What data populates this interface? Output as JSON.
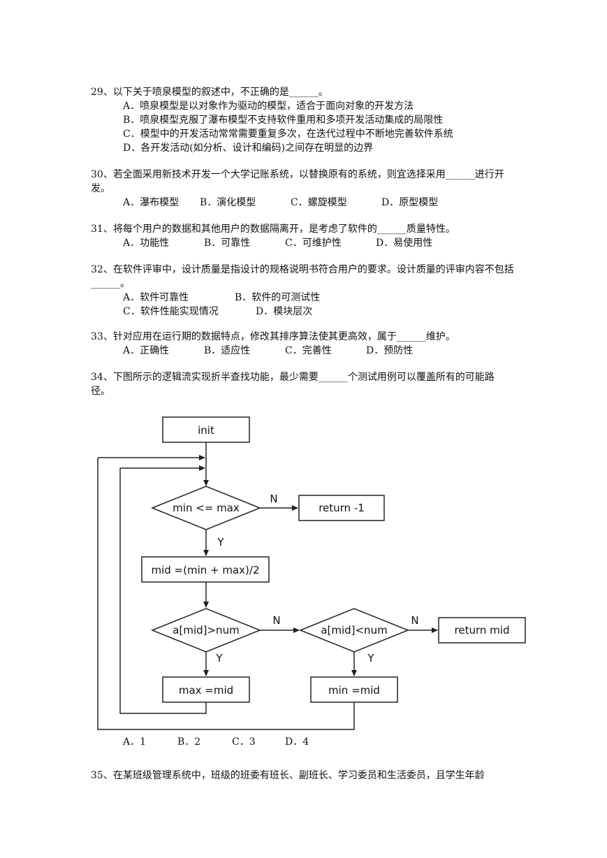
{
  "questions": [
    {
      "stem": "29、以下关于喷泉模型的叙述中，不正确的是______。",
      "options": [
        "A．喷泉模型是以对象作为驱动的模型，适合于面向对象的开发方法",
        "B．喷泉模型克服了瀑布模型不支持软件重用和多项开发活动集成的局限性",
        "C．模型中的开发活动常常需要重复多次，在迭代过程中不断地完善软件系统",
        "D．各开发活动(如分析、设计和编码)之间存在明显的边界"
      ]
    },
    {
      "stem": "30、若全面采用新技术开发一个大学记账系统，以替换原有的系统，则宜选择采用______进行开发。",
      "options": [
        "A．瀑布模型",
        "B．演化模型",
        "C．螺旋模型",
        "D．原型模型"
      ]
    },
    {
      "stem": "31、将每个用户的数据和其他用户的数据隔离开，是考虑了软件的______质量特性。",
      "options": [
        "A．功能性",
        "B．可靠性",
        "C．可维护性",
        "D．易使用性"
      ]
    },
    {
      "stem": "32、在软件评审中，设计质量是指设计的规格说明书符合用户的要求。设计质量的评审内容不包括______。",
      "options": [
        "A．软件可靠性",
        "B．软件的可测试性",
        "C．软件性能实现情况",
        "D．模块层次"
      ]
    },
    {
      "stem": "33、针对应用在运行期的数据特点，修改其排序算法使其更高效，属于______维护。",
      "options": [
        "A．正确性",
        "B．适应性",
        "C．完善性",
        "D．预防性"
      ]
    },
    {
      "stem": "34、下图所示的逻辑流实现折半查找功能，最少需要______个测试用例可以覆盖所有的可能路径。",
      "options": [
        "A．1",
        "B．2",
        "C．3",
        "D．4"
      ]
    },
    {
      "stem": "35、在某班级管理系统中，班级的班委有班长、副班长、学习委员和生活委员，且学生年龄"
    }
  ],
  "flowchart": {
    "init": "init",
    "cond1": "min <= max",
    "return1": "return -1",
    "assign_mid": "mid =(min + max)/2",
    "cond2": "a[mid]>num",
    "cond3": "a[mid]<num",
    "return_mid": "return mid",
    "assign_max": "max =mid",
    "assign_min": "min =mid",
    "label_n": "N",
    "label_y": "Y"
  }
}
